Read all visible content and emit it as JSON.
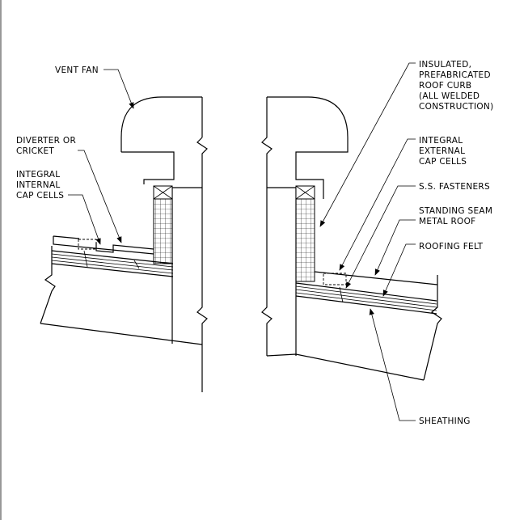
{
  "labels": {
    "vent_fan": "VENT FAN",
    "diverter_1": "DIVERTER OR",
    "diverter_2": "CRICKET",
    "internal_1": "INTEGRAL",
    "internal_2": "INTERNAL",
    "internal_3": "CAP CELLS",
    "curb_1": "INSULATED,",
    "curb_2": "PREFABRICATED",
    "curb_3": "ROOF CURB",
    "curb_4": "(ALL WELDED",
    "curb_5": "CONSTRUCTION)",
    "external_1": "INTEGRAL",
    "external_2": "EXTERNAL",
    "external_3": "CAP CELLS",
    "fasteners": "S.S. FASTENERS",
    "seam_1": "STANDING SEAM",
    "seam_2": "METAL ROOF",
    "felt": "ROOFING FELT",
    "sheathing": "SHEATHING"
  }
}
